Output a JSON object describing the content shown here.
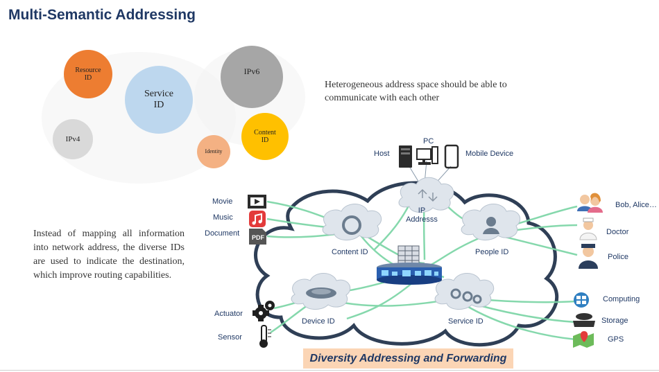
{
  "title": "Multi-Semantic Addressing",
  "circles": {
    "resource_id": {
      "line1": "Resource",
      "line2": "ID",
      "color": "#ed7d31"
    },
    "service_id": {
      "line1": "Service",
      "line2": "ID",
      "color": "#bdd7ee"
    },
    "ipv6": {
      "text": "IPv6",
      "color": "#a6a6a6"
    },
    "ipv4": {
      "text": "IPv4",
      "color": "#d9d9d9"
    },
    "content_id": {
      "line1": "Content",
      "line2": "ID",
      "color": "#ffc000"
    },
    "identity": {
      "text": "Identity",
      "color": "#f4b183"
    }
  },
  "heterogeneous_text": "Heterogeneous address space should be able to communicate with each other",
  "left_paragraph": "Instead of mapping all information into network address, the diverse IDs are used to indicate the destination, which improve routing capabilities.",
  "diagram": {
    "top_devices": {
      "host": "Host",
      "pc": "PC",
      "mobile": "Mobile Device"
    },
    "nodes": {
      "ip": {
        "line1": "IP",
        "line2": "Addresss"
      },
      "content": "Content ID",
      "people": "People ID",
      "device": "Device ID",
      "service": "Service ID"
    },
    "left_items": {
      "movie": "Movie",
      "music": "Music",
      "document": "Document",
      "actuator": "Actuator",
      "sensor": "Sensor"
    },
    "right_items": {
      "bob": "Bob, Alice…",
      "doctor": "Doctor",
      "police": "Police",
      "computing": "Computing",
      "storage": "Storage",
      "gps": "GPS"
    },
    "pdf_badge": "PDF"
  },
  "caption": "Diversity Addressing and Forwarding",
  "colors": {
    "title": "#1f3864",
    "links": "#7fd6a8",
    "cloud_stroke": "#2f3f56",
    "node_fill": "#dfe5ec",
    "caption_bg": "#fbd5b5"
  }
}
